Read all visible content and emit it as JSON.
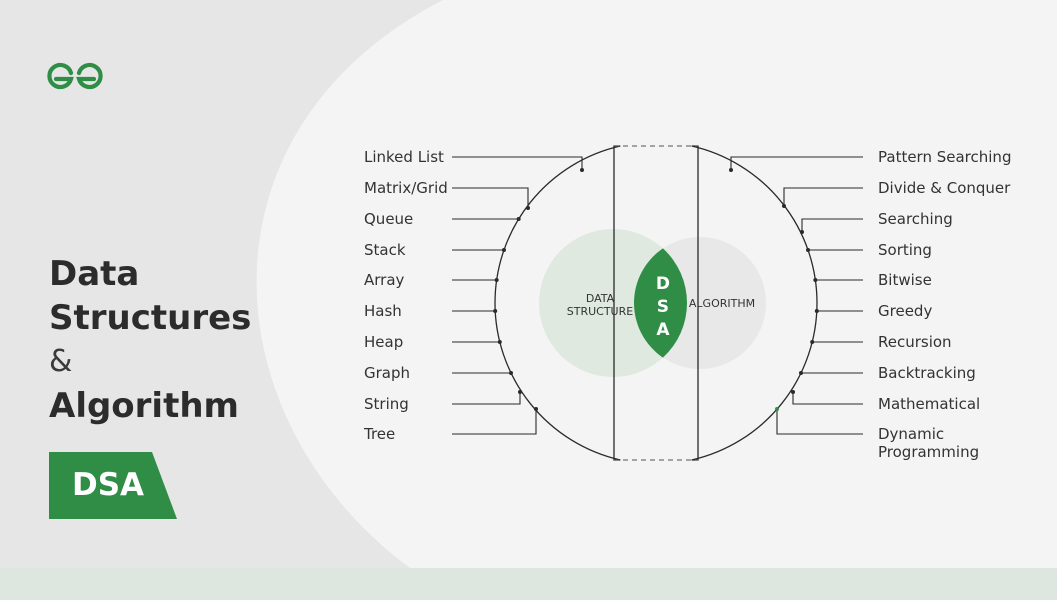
{
  "brand": {
    "logo": "gfg-logo-icon",
    "accent": "#2f8d46"
  },
  "title": {
    "line1": "Data",
    "line2": "Structures",
    "amp": "&",
    "line3": "Algorithm"
  },
  "badge": {
    "label": "DSA"
  },
  "diagram": {
    "left_items": [
      "Linked List",
      "Matrix/Grid",
      "Queue",
      "Stack",
      "Array",
      "Hash",
      "Heap",
      "Graph",
      "String",
      "Tree"
    ],
    "right_items": [
      "Pattern Searching",
      "Divide & Conquer",
      "Searching",
      "Sorting",
      "Bitwise",
      "Greedy",
      "Recursion",
      "Backtracking",
      "Mathematical",
      [
        "Dynamic",
        "Programming"
      ]
    ],
    "center_left": [
      "DATA",
      "STRUCTURE"
    ],
    "center_right": "ALGORITHM",
    "center_letters": [
      "D",
      "S",
      "A"
    ]
  },
  "colors": {
    "background": "#e6e6e6",
    "panel": "#f4f4f4",
    "footer": "#dde7e0",
    "green": "#2f8d46",
    "circle_left": "#dfe9df",
    "circle_right": "#e8e8e8",
    "line": "#2a2a2a"
  }
}
